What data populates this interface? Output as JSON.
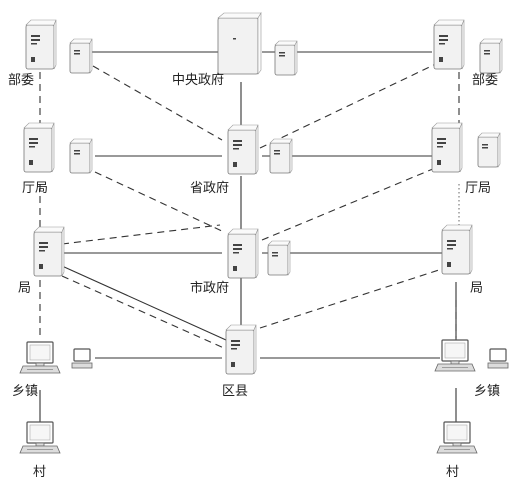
{
  "labels": {
    "ministry_left": "部委",
    "central_gov": "中央政府",
    "ministry_right": "部委",
    "dept_left": "厅局",
    "province_gov": "省政府",
    "dept_right": "厅局",
    "bureau_left": "局",
    "city_gov": "市政府",
    "bureau_right": "局",
    "town_left": "乡镇",
    "district": "区县",
    "town_right": "乡镇",
    "village_left": "村",
    "village_right": "村"
  }
}
